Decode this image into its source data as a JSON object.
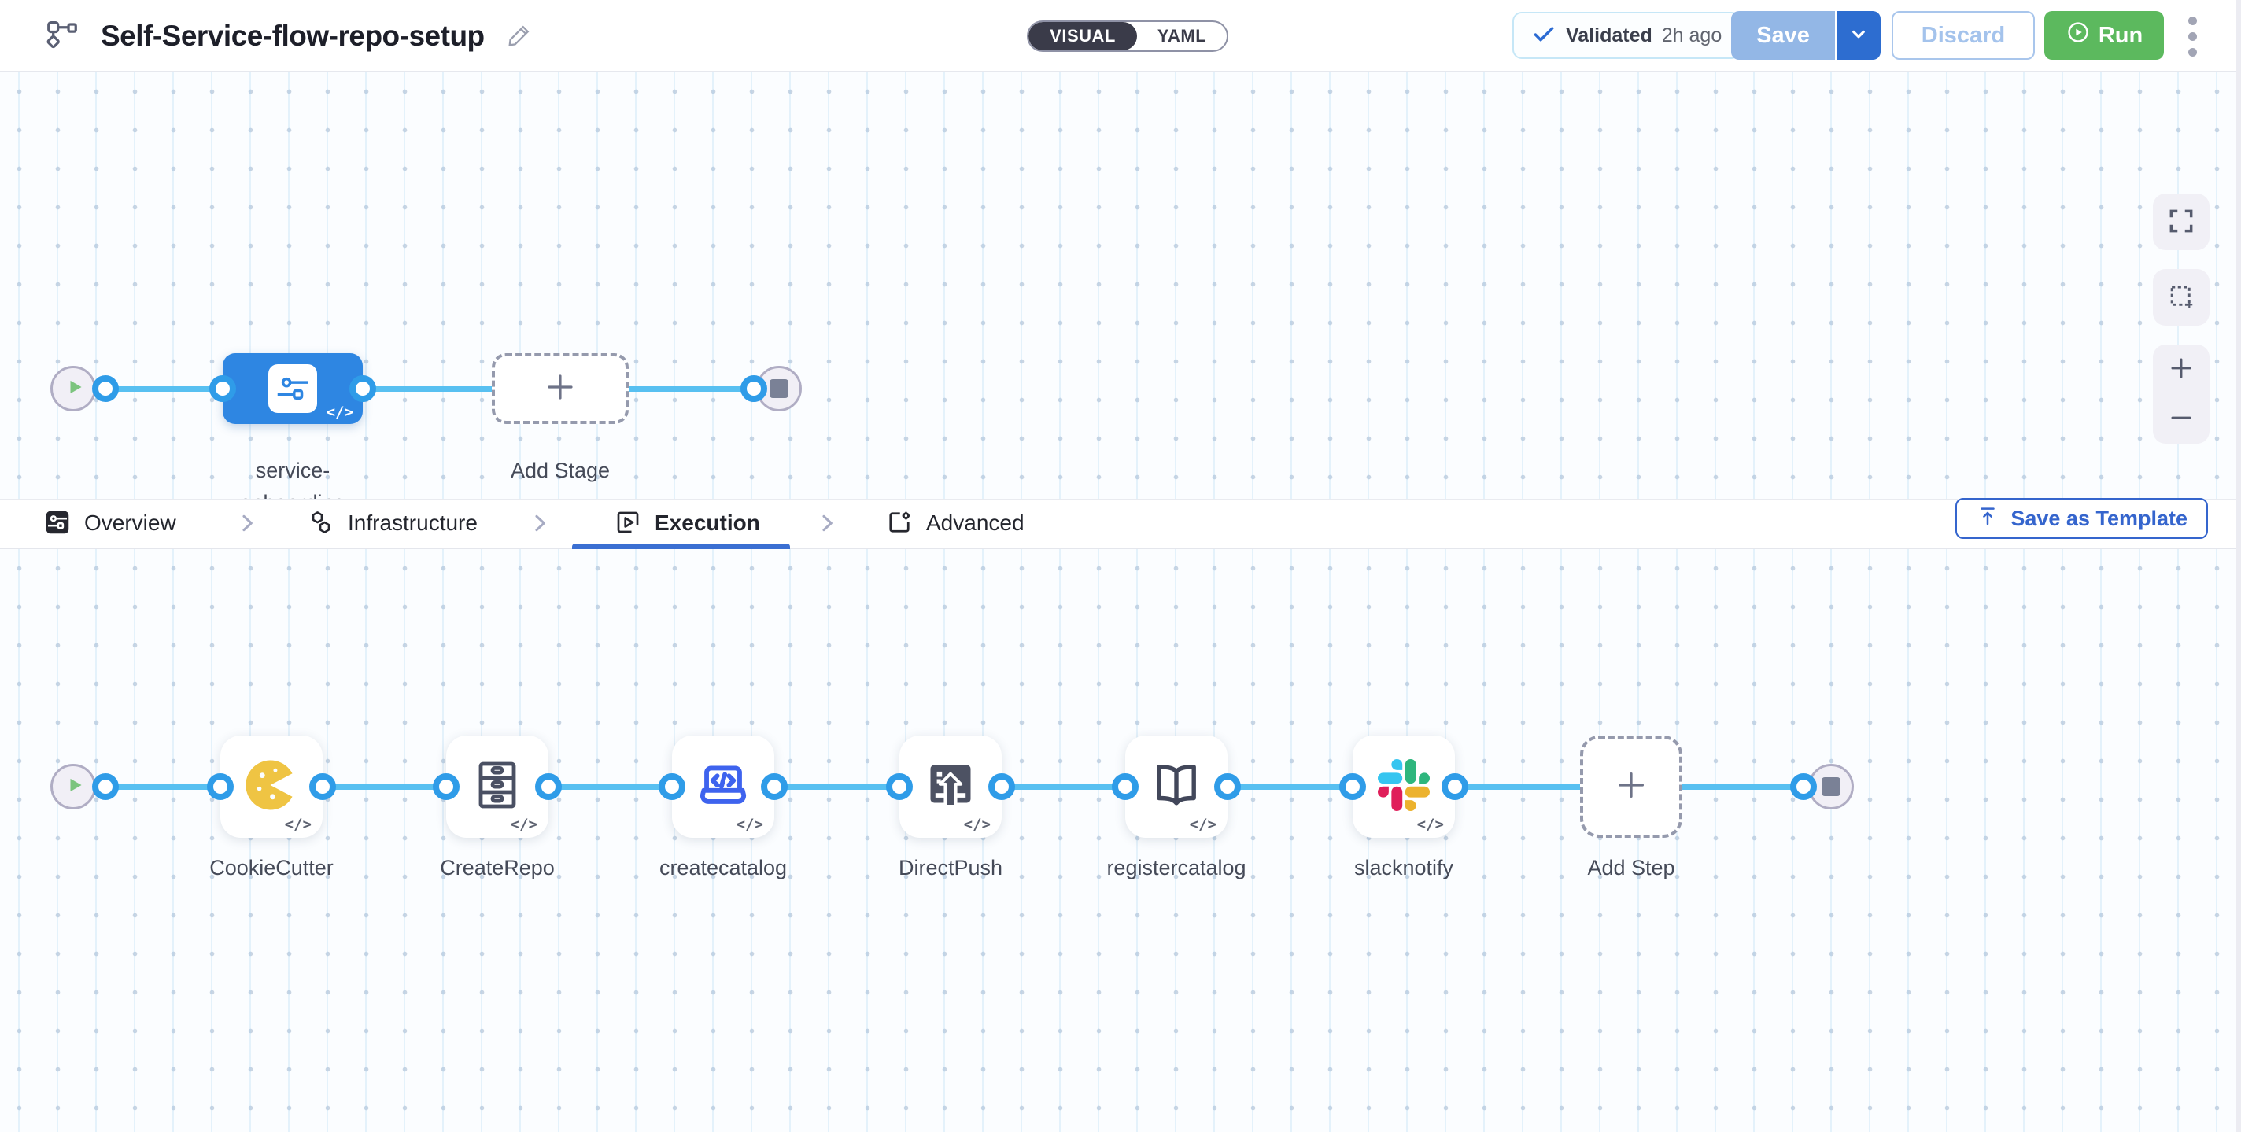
{
  "header": {
    "title": "Self-Service-flow-repo-setup",
    "mode_toggle": {
      "visual": "VISUAL",
      "yaml": "YAML"
    },
    "validated": {
      "label": "Validated",
      "time": "2h ago"
    },
    "save_label": "Save",
    "discard_label": "Discard",
    "run_label": "Run"
  },
  "stage_canvas": {
    "stage_name": "service-onboarding",
    "add_stage_label": "Add Stage"
  },
  "tabs": {
    "items": [
      {
        "label": "Overview"
      },
      {
        "label": "Infrastructure"
      },
      {
        "label": "Execution",
        "active": true
      },
      {
        "label": "Advanced"
      }
    ],
    "save_as_template_label": "Save as Template"
  },
  "execution_canvas": {
    "steps": [
      "CookieCutter",
      "CreateRepo",
      "createcatalog",
      "DirectPush",
      "registercatalog",
      "slacknotify"
    ],
    "add_step_label": "Add Step"
  },
  "canvas_ui": {
    "code_badge": "</>"
  },
  "colors": {
    "stage_node_blue": "#2e86e2",
    "connector_blue": "#58c0f1",
    "port_ring_blue": "#2f9ce8",
    "run_green": "#5cb95e",
    "save_disabled_blue": "#93b7e6",
    "save_caret_blue": "#2d6dd0",
    "tab_underline_blue": "#3b6fd2",
    "template_link_blue": "#3565cd",
    "slack": [
      "#36C5F0",
      "#2EB67D",
      "#E01E5A",
      "#ECB22E"
    ],
    "cookie_yellow": "#EFC443"
  }
}
